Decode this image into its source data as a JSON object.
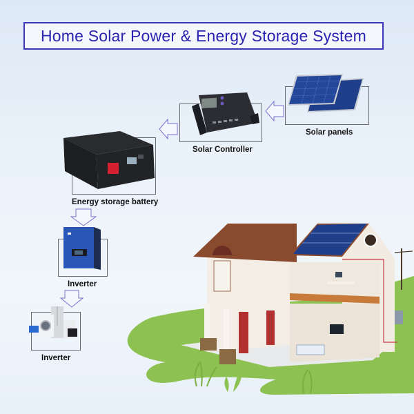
{
  "title": "Home Solar Power & Energy Storage System",
  "components": {
    "solar_panels": {
      "label": "Solar panels"
    },
    "solar_controller": {
      "label": "Solar Controller"
    },
    "battery": {
      "label": "Energy storage battery"
    },
    "inverter": {
      "label": "Inverter"
    },
    "appliances": {
      "label": "Inverter"
    }
  },
  "flow": [
    {
      "from": "solar_panels",
      "to": "solar_controller",
      "direction": "left"
    },
    {
      "from": "solar_controller",
      "to": "battery",
      "direction": "left"
    },
    {
      "from": "battery",
      "to": "inverter",
      "direction": "down"
    },
    {
      "from": "inverter",
      "to": "appliances",
      "direction": "down"
    }
  ],
  "colors": {
    "title": "#2a22b0",
    "title_border": "#3b36b8",
    "arrow": "#7a70d0",
    "grass": "#8dc152",
    "panel_blue": "#1f3f8a",
    "roof": "#8a4a2e",
    "inverter_blue": "#2a56b8"
  }
}
